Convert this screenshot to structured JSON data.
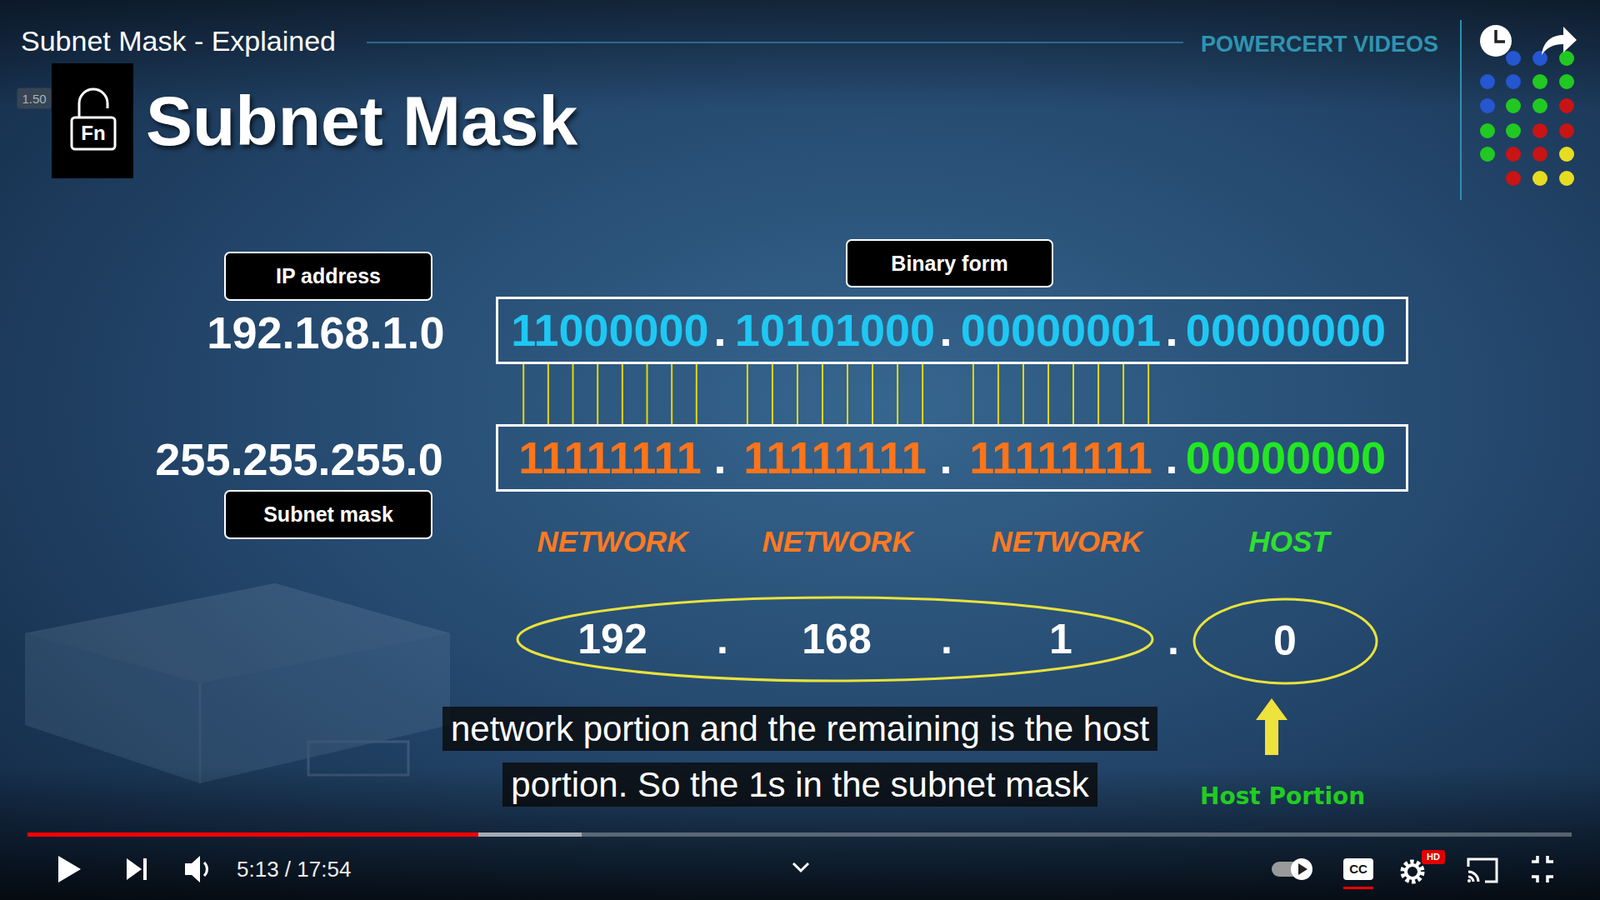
{
  "diagram": {
    "title": "Subnet Mask",
    "nodes": [
      {
        "text": [
          "Fn"
        ]
      },
      {
        "text": [
          "IP address"
        ]
      },
      {
        "text": [
          "Binary form"
        ]
      },
      {
        "text": [
          "11000000",
          ".",
          "10101000",
          ".",
          "00000001",
          ".",
          "00000000"
        ]
      },
      {
        "text": [
          "11111111",
          ".",
          "11111111",
          ".",
          "11111111",
          ".",
          "00000000"
        ]
      },
      {
        "text": [
          "Subnet mask"
        ]
      },
      {
        "text": [
          "192",
          ".",
          "168",
          ".",
          "1"
        ]
      },
      {
        "text": [
          "0"
        ]
      },
      {
        "text": [
          "network portion and the remaining is the host portion. So the 1s in the subnet mask"
        ]
      },
      {
        "text": [
          "CC"
        ]
      },
      {
        "text": [
          "HD"
        ]
      }
    ],
    "edges": [
      {
        "from": 3,
        "to": 4,
        "arrow": "none"
      },
      {
        "from": 3,
        "to": 4,
        "arrow": "none"
      },
      {
        "from": 3,
        "to": 4,
        "arrow": "none"
      },
      {
        "from": 3,
        "to": 4,
        "arrow": "none"
      },
      {
        "from": 3,
        "to": 4,
        "arrow": "none"
      },
      {
        "from": 3,
        "to": 4,
        "arrow": "none"
      },
      {
        "from": 3,
        "to": 4,
        "arrow": "none"
      },
      {
        "from": 3,
        "to": 4,
        "arrow": "none"
      },
      {
        "from": 3,
        "to": 4,
        "arrow": "none"
      },
      {
        "from": 3,
        "to": 4,
        "arrow": "none"
      },
      {
        "from": 3,
        "to": 4,
        "arrow": "none"
      },
      {
        "from": 3,
        "to": 4,
        "arrow": "none"
      },
      {
        "from": 3,
        "to": 4,
        "arrow": "none"
      },
      {
        "from": 3,
        "to": 4,
        "arrow": "none"
      },
      {
        "from": 3,
        "to": 4,
        "arrow": "none"
      },
      {
        "from": 3,
        "to": 4,
        "arrow": "none"
      },
      {
        "from": 3,
        "to": 4,
        "arrow": "none"
      },
      {
        "from": 3,
        "to": 4,
        "arrow": "none"
      },
      {
        "from": 3,
        "to": 4,
        "arrow": "none"
      },
      {
        "from": 3,
        "to": 4,
        "arrow": "none"
      },
      {
        "from": 3,
        "to": 4,
        "arrow": "none"
      },
      {
        "from": 3,
        "to": 4,
        "arrow": "none"
      },
      {
        "from": 3,
        "to": 4,
        "arrow": "none"
      },
      {
        "from": 3,
        "to": 4,
        "arrow": "none"
      }
    ],
    "labels": [
      "Subnet Mask - Explained",
      "POWERCERT VIDEOS",
      "1.50",
      "192.168.1.0",
      "255.255.255.0",
      "NETWORK",
      "NETWORK",
      "NETWORK",
      "HOST",
      ".",
      "Host Portion",
      "5:13 / 17:54"
    ]
  }
}
